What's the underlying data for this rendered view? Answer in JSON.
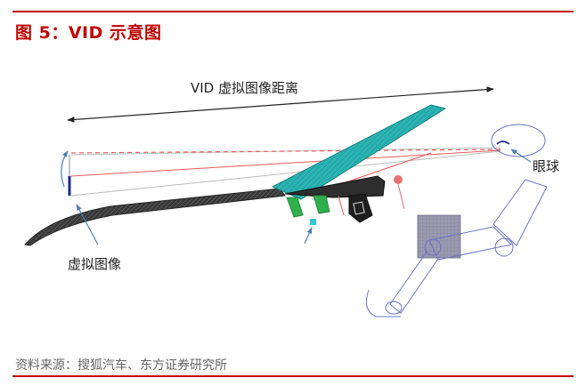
{
  "figure": {
    "title": "图 5：VID 示意图",
    "source": "资料来源：搜狐汽车、东方证券研究所"
  },
  "diagram": {
    "labels": {
      "distance": "VID 虚拟图像距离",
      "virtual_image": "虚拟图像",
      "eyeball": "眼球"
    },
    "colors": {
      "accent": "#c00000",
      "windshield": "#2bb3b3",
      "hood": "#333333",
      "figure_outline": "#6b73c9",
      "light_ray": "#e85a5a",
      "arrow": "#4a7fb5"
    }
  }
}
